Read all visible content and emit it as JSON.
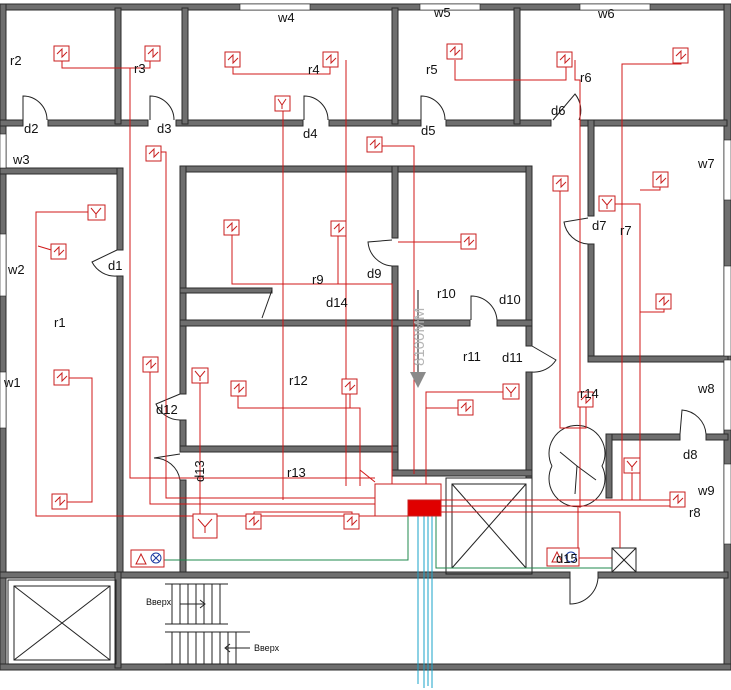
{
  "rooms": {
    "r1": "r1",
    "r2": "r2",
    "r3": "r3",
    "r4": "r4",
    "r5": "r5",
    "r6": "r6",
    "r7": "r7",
    "r8": "r8",
    "r9": "r9",
    "r10": "r10",
    "r11": "r11",
    "r12": "r12",
    "r13": "r13",
    "r14": "r14"
  },
  "doors": {
    "d1": "d1",
    "d2": "d2",
    "d3": "d3",
    "d4": "d4",
    "d5": "d5",
    "d6": "d6",
    "d7": "d7",
    "d8": "d8",
    "d9": "d9",
    "d10": "d10",
    "d11": "d11",
    "d12": "d12",
    "d13": "d13",
    "d14": "d14",
    "d15": "d15"
  },
  "windows": {
    "w1": "w1",
    "w2": "w2",
    "w3": "w3",
    "w4": "w4",
    "w5": "w5",
    "w6": "w6",
    "w7": "w7",
    "w8": "w8",
    "w9": "w9"
  },
  "dimension": "8100MM",
  "stairs": {
    "up_a": "Вверх",
    "up_b": "Вверх"
  },
  "colors": {
    "wiring": "#d01818",
    "alarm_line": "#1f8a4c",
    "riser": "#1aa3c8",
    "panel": "#e00000",
    "wall": "#6e6e6e"
  },
  "icons": {
    "smoke_detector": "smoke-detector-icon",
    "heat_detector": "heat-detector-icon",
    "panel": "control-panel-icon",
    "siren": "siren-icon"
  }
}
